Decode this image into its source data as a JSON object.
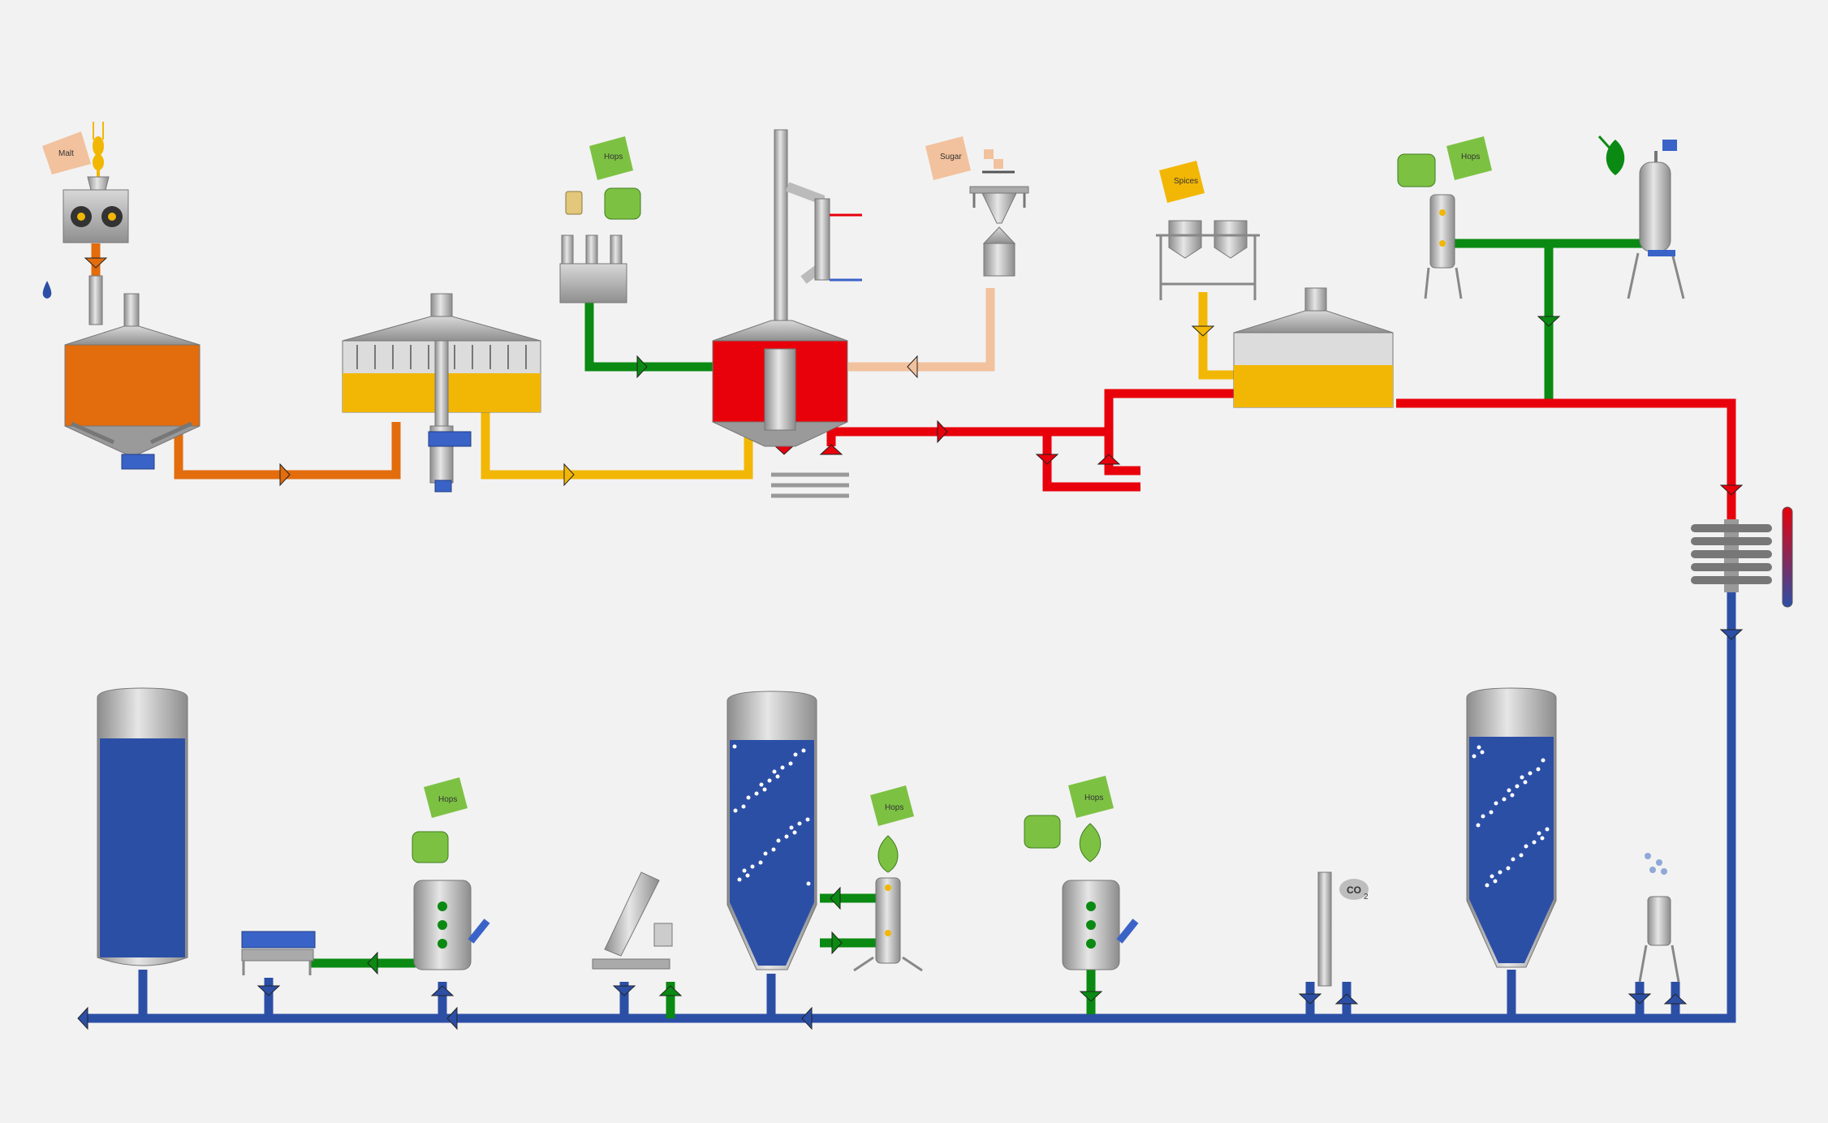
{
  "labels": {
    "malt": "Malt",
    "hops_1": "Hops",
    "sugar": "Sugar",
    "spices": "Spices",
    "hops_2": "Hops",
    "hops_3": "Hops",
    "hops_4": "Hops",
    "hops_5": "Hops",
    "co2": "CO",
    "co2_sub": "2"
  },
  "colors": {
    "background": "#f2f2f2",
    "mash": "#e36c0d",
    "wort": "#f2b705",
    "boiling_wort": "#e8000b",
    "sugar_line": "#f2c19d",
    "hops_line": "#0a8a12",
    "beer": "#2c4fa6",
    "steel": "#a9a9a9",
    "hops_green": "#7dc143",
    "bag_peach": "#f2c19d"
  },
  "icons": [
    "malt-bag-icon",
    "wheat-icon",
    "water-drop-icon",
    "hop-cone-icon",
    "hop-pellets-icon",
    "sugar-bag-icon",
    "spices-bag-icon",
    "thermometer-icon",
    "co2-cloud-icon",
    "yeast-icon"
  ]
}
